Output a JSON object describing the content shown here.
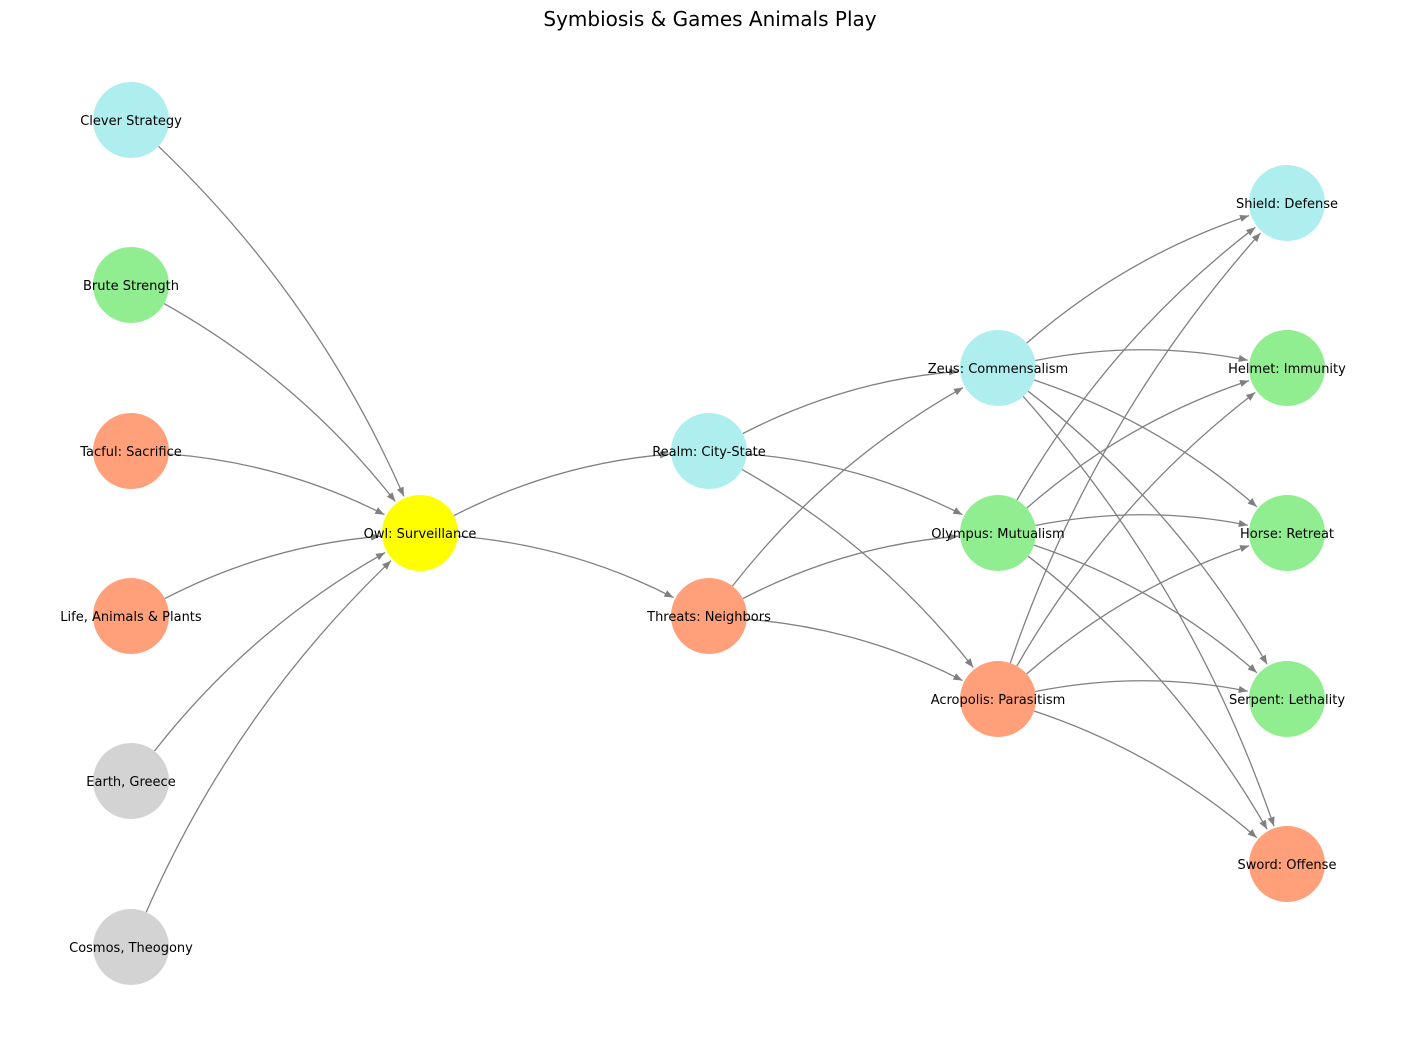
{
  "title": "Symbiosis & Games Animals Play",
  "colors": {
    "gray": "#d3d3d3",
    "green": "#90ee90",
    "salmon": "#ffa07a",
    "cyan": "#afeeee",
    "yellow": "#ffff00",
    "edge": "#808080"
  },
  "nodes": [
    {
      "id": "clever",
      "label": "Clever Strategy",
      "color": "cyan"
    },
    {
      "id": "brute",
      "label": "Brute Strength",
      "color": "green"
    },
    {
      "id": "tacful",
      "label": "Tacful: Sacrifice",
      "color": "salmon"
    },
    {
      "id": "life",
      "label": "Life, Animals & Plants",
      "color": "salmon"
    },
    {
      "id": "earth",
      "label": "Earth, Greece",
      "color": "gray"
    },
    {
      "id": "cosmos",
      "label": "Cosmos, Theogony",
      "color": "gray"
    },
    {
      "id": "owl",
      "label": "Owl: Surveillance",
      "color": "yellow"
    },
    {
      "id": "realm",
      "label": "Realm: City-State",
      "color": "cyan"
    },
    {
      "id": "threats",
      "label": "Threats: Neighbors",
      "color": "salmon"
    },
    {
      "id": "zeus",
      "label": "Zeus: Commensalism",
      "color": "cyan"
    },
    {
      "id": "olympus",
      "label": "Olympus: Mutualism",
      "color": "green"
    },
    {
      "id": "acropolis",
      "label": "Acropolis: Parasitism",
      "color": "salmon"
    },
    {
      "id": "shield",
      "label": "Shield: Defense",
      "color": "cyan"
    },
    {
      "id": "helmet",
      "label": "Helmet: Immunity",
      "color": "green"
    },
    {
      "id": "horse",
      "label": "Horse: Retreat",
      "color": "green"
    },
    {
      "id": "serpent",
      "label": "Serpent: Lethality",
      "color": "green"
    },
    {
      "id": "sword",
      "label": "Sword: Offense",
      "color": "salmon"
    }
  ],
  "edges": [
    [
      "clever",
      "owl"
    ],
    [
      "brute",
      "owl"
    ],
    [
      "tacful",
      "owl"
    ],
    [
      "life",
      "owl"
    ],
    [
      "earth",
      "owl"
    ],
    [
      "cosmos",
      "owl"
    ],
    [
      "owl",
      "realm"
    ],
    [
      "owl",
      "threats"
    ],
    [
      "realm",
      "zeus"
    ],
    [
      "realm",
      "olympus"
    ],
    [
      "realm",
      "acropolis"
    ],
    [
      "threats",
      "zeus"
    ],
    [
      "threats",
      "olympus"
    ],
    [
      "threats",
      "acropolis"
    ],
    [
      "zeus",
      "shield"
    ],
    [
      "zeus",
      "helmet"
    ],
    [
      "zeus",
      "horse"
    ],
    [
      "zeus",
      "serpent"
    ],
    [
      "zeus",
      "sword"
    ],
    [
      "olympus",
      "shield"
    ],
    [
      "olympus",
      "helmet"
    ],
    [
      "olympus",
      "horse"
    ],
    [
      "olympus",
      "serpent"
    ],
    [
      "olympus",
      "sword"
    ],
    [
      "acropolis",
      "shield"
    ],
    [
      "acropolis",
      "helmet"
    ],
    [
      "acropolis",
      "horse"
    ],
    [
      "acropolis",
      "serpent"
    ],
    [
      "acropolis",
      "sword"
    ]
  ]
}
